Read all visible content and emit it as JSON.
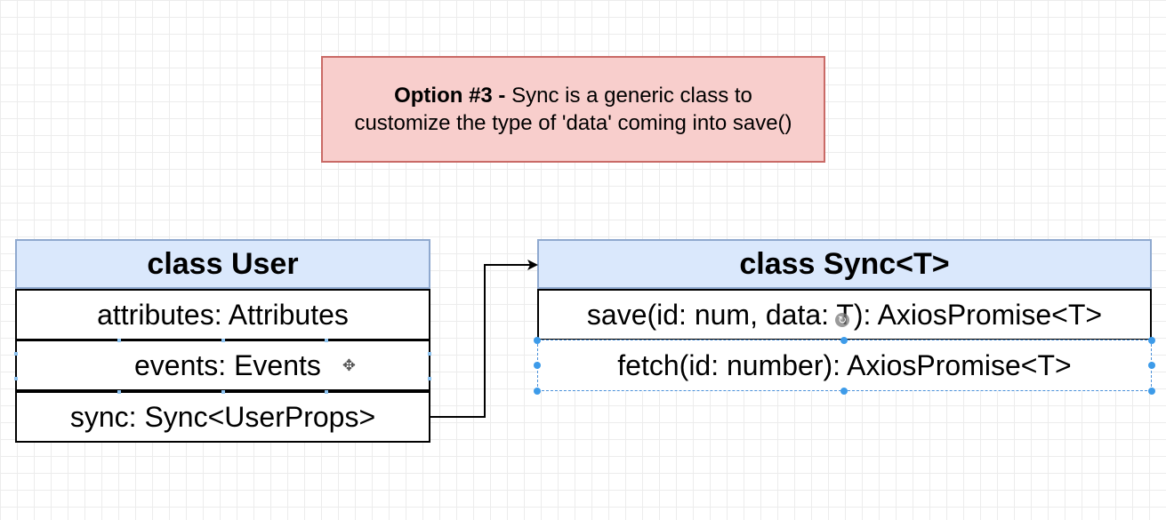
{
  "note": {
    "bold_text": "Option #3 -",
    "rest_line1": " Sync is a generic class to",
    "line2": "customize the type of 'data' coming into save()",
    "fill": "#f8cecc",
    "stroke": "#c96a66"
  },
  "user_class": {
    "title": "class User",
    "rows": [
      "attributes: Attributes",
      "events: Events",
      "sync: Sync<UserProps>"
    ]
  },
  "sync_class": {
    "title": "class Sync<T>",
    "rows": [
      "save(id: num, data: T): AxiosPromise<T>",
      "fetch(id: number): AxiosPromise<T>"
    ]
  },
  "colors": {
    "class_header_fill": "#dae8fc",
    "class_header_stroke": "#8fa9cf",
    "selection": "#3d9be9"
  },
  "icons": {
    "move_cursor": "move-cursor-icon",
    "rotate_handle": "rotate-handle-icon"
  }
}
